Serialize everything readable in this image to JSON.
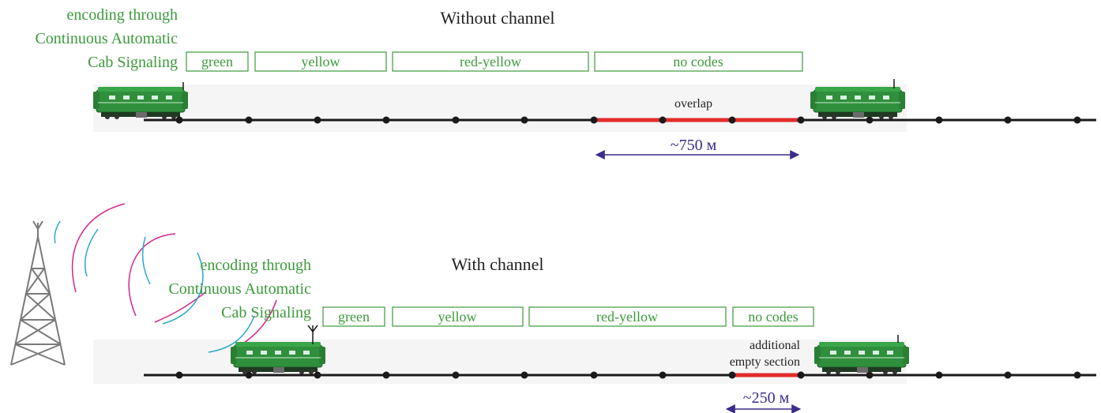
{
  "colors": {
    "green_text": "#3c9a3c",
    "code_box": "#3c9a3c",
    "track": "#1a1a1a",
    "overlap_red": "#e32b2b",
    "arrow": "#3a2d8c",
    "wave_magenta": "#d6268a",
    "wave_cyan": "#2aa7c9",
    "tower": "#7a7a7a",
    "band": "#f5f5f5",
    "loco_body": "#2f8f3c"
  },
  "icons": [
    "radio-tower-icon",
    "locomotive-icon",
    "antenna-icon",
    "radio-wave-icon"
  ],
  "top": {
    "title": "Without channel",
    "encoding_lines": [
      "encoding through",
      "Continuous Automatic",
      "Cab Signaling"
    ],
    "codes": [
      "green",
      "yellow",
      "red-yellow",
      "no codes"
    ],
    "annotation": "overlap",
    "distance": "~750 м"
  },
  "bottom": {
    "title": "With channel",
    "encoding_lines": [
      "encoding through",
      "Continuous Automatic",
      "Cab Signaling"
    ],
    "codes": [
      "green",
      "yellow",
      "red-yellow",
      "no codes"
    ],
    "annotation_lines": [
      "additional",
      "empty section"
    ],
    "distance": "~250 м"
  }
}
